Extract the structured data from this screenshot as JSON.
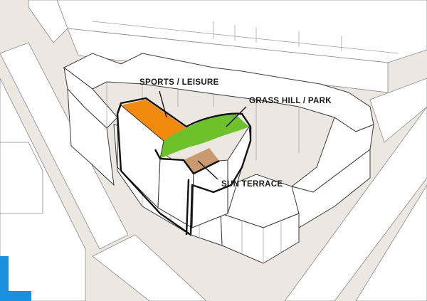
{
  "labels": {
    "sports": "SPORTS / LEISURE",
    "grass": "GRASS HILL / PARK",
    "sun": "SUN TERRACE"
  },
  "colors": {
    "background": "#ede7e1",
    "sports": "#f28a10",
    "grass": "#6dc22b",
    "sun": "#c99a72",
    "logo": "#1a8fe0"
  },
  "logo_icon": "l-bracket-logo-icon"
}
